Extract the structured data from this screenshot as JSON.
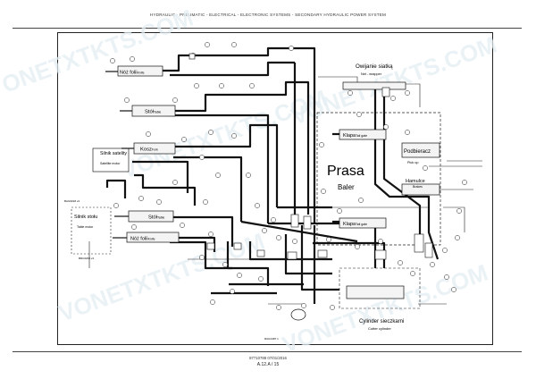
{
  "header": {
    "title": "HYDRAULIC - PNEUMATIC - ELECTRICAL - ELECTRONIC SYSTEMS - SECONDARY HYDRAULIC POWER SYSTEM"
  },
  "footer": {
    "doc_number": "87710788 07/01/2016",
    "page_ref": "A.12.A / 15"
  },
  "watermark": {
    "text": "VONETXTKTS.COM"
  },
  "diagram": {
    "noz_foli_top": {
      "pl": "Nóż folii",
      "en": "Knife"
    },
    "stol_top": {
      "pl": "Stół",
      "en": "Table"
    },
    "silnik_satelity": {
      "pl": "Silnik satelity",
      "en": "Satellite motor"
    },
    "kosz": {
      "pl": "Kosz",
      "en": "Fork"
    },
    "silnik_stolu": {
      "pl": "Silnik stołu",
      "en": "Table motor"
    },
    "stol_bottom": {
      "pl": "Stół",
      "en": "Table"
    },
    "noz_foli_bottom": {
      "pl": "Nóż folii",
      "en": "Knife"
    },
    "owijanie": {
      "pl": "Owijanie siatką",
      "en": "Net - wrapper"
    },
    "klapa_top": {
      "pl": "Klapa",
      "en": "Tail gate"
    },
    "klapa_bottom": {
      "pl": "Klapa",
      "en": "Tail gate"
    },
    "prasa": {
      "pl": "Prasa",
      "en": "Baler"
    },
    "podbieracz": {
      "pl": "Podbieracz",
      "en": "Pick up"
    },
    "hamulce": {
      "pl": "Hamulce",
      "en": "Brakes"
    },
    "cylinder": {
      "pl": "Cylinder sieczkarni",
      "en": "Cutter cylinder"
    },
    "side_ref_1": "BAG9018 v4",
    "side_ref_2": "BRC0209 v4",
    "figure_code": "RAIL0487 1"
  }
}
